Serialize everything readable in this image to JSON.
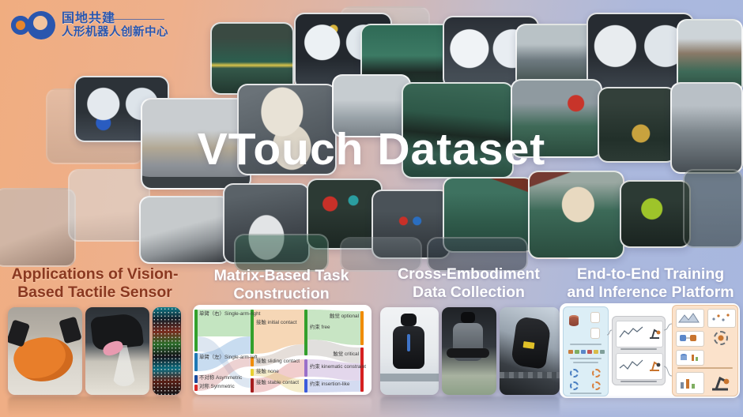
{
  "logo": {
    "org_line1": "国地共建",
    "org_line2": "人形机器人创新中心",
    "brand_color": "#2a56ae",
    "mark_orange": "#e8862c"
  },
  "hero": {
    "title": "VTouch Dataset"
  },
  "sections": {
    "applications": {
      "heading_line1": "Applications of Vision-",
      "heading_line2": "Based Tactile Sensor",
      "heading_color": "#8a3820"
    },
    "matrix": {
      "heading_line1": "Matrix-Based Task",
      "heading_line2": "Construction",
      "heading_color": "#ffffff"
    },
    "cross": {
      "heading_line1": "Cross-Embodiment",
      "heading_line2": "Data Collection",
      "heading_color": "#ffffff"
    },
    "platform": {
      "heading_line1": "End-to-End Training",
      "heading_line2": "and Inference Platform",
      "heading_color": "#ffffff"
    }
  },
  "sankey": {
    "columns": [
      {
        "name": "arm-configuration",
        "nodes": [
          {
            "label": "单臂（右）Single-arm-right",
            "color": "#33a02c"
          },
          {
            "label": "单臂（左）Single-arm-left",
            "color": "#1f78b4"
          },
          {
            "label": "不对称 Asymmetric",
            "color": "#16489c"
          },
          {
            "label": "对称 Symmetric",
            "color": "#d62828"
          }
        ]
      },
      {
        "name": "contact",
        "nodes": [
          {
            "label": "接触 initial contact",
            "color": "#33a02c"
          },
          {
            "label": "接触 sliding contact",
            "color": "#f08c00"
          },
          {
            "label": "接触 none",
            "color": "#e8cf30"
          },
          {
            "label": "接触 stable contact",
            "color": "#a61e1e"
          }
        ]
      },
      {
        "name": "constraint",
        "nodes": [
          {
            "label": "约束 free",
            "color": "#33a02c"
          },
          {
            "label": "约束 kinematic constraint",
            "color": "#9a6fc9"
          },
          {
            "label": "约束 insertion-like",
            "color": "#3b5bdb"
          }
        ]
      },
      {
        "name": "tactile",
        "nodes": [
          {
            "label": "触觉 optional",
            "color": "#f08c00"
          },
          {
            "label": "触觉 critical",
            "color": "#d62020"
          }
        ]
      }
    ]
  },
  "palette": {
    "background_left": "#f0ad80",
    "background_right": "#a7b7df",
    "title_color": "#ffffff"
  }
}
